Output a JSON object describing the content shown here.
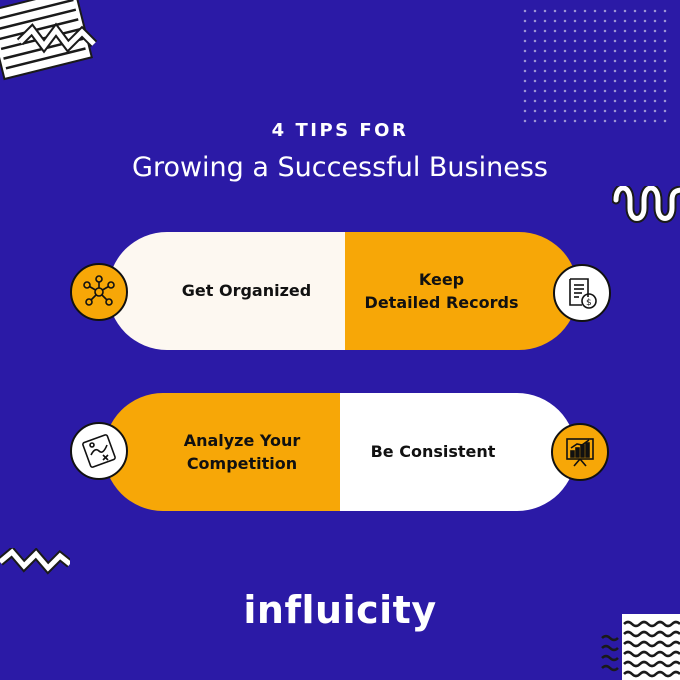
{
  "header": {
    "pre_title": "4 TIPS FOR",
    "title": "Growing a Successful Business"
  },
  "tips": [
    {
      "label": "Get Organized",
      "icon": "organization-network-icon"
    },
    {
      "label": "Keep\nDetailed Records",
      "icon": "invoice-records-icon"
    },
    {
      "label": "Analyze Your\nCompetition",
      "icon": "strategy-board-icon"
    },
    {
      "label": "Be Consistent",
      "icon": "growth-chart-icon"
    }
  ],
  "brand": {
    "logo_text": "influicity"
  },
  "colors": {
    "background": "#2b1aa6",
    "accent": "#f7a707",
    "cream": "#fdf8f1",
    "white": "#ffffff"
  }
}
